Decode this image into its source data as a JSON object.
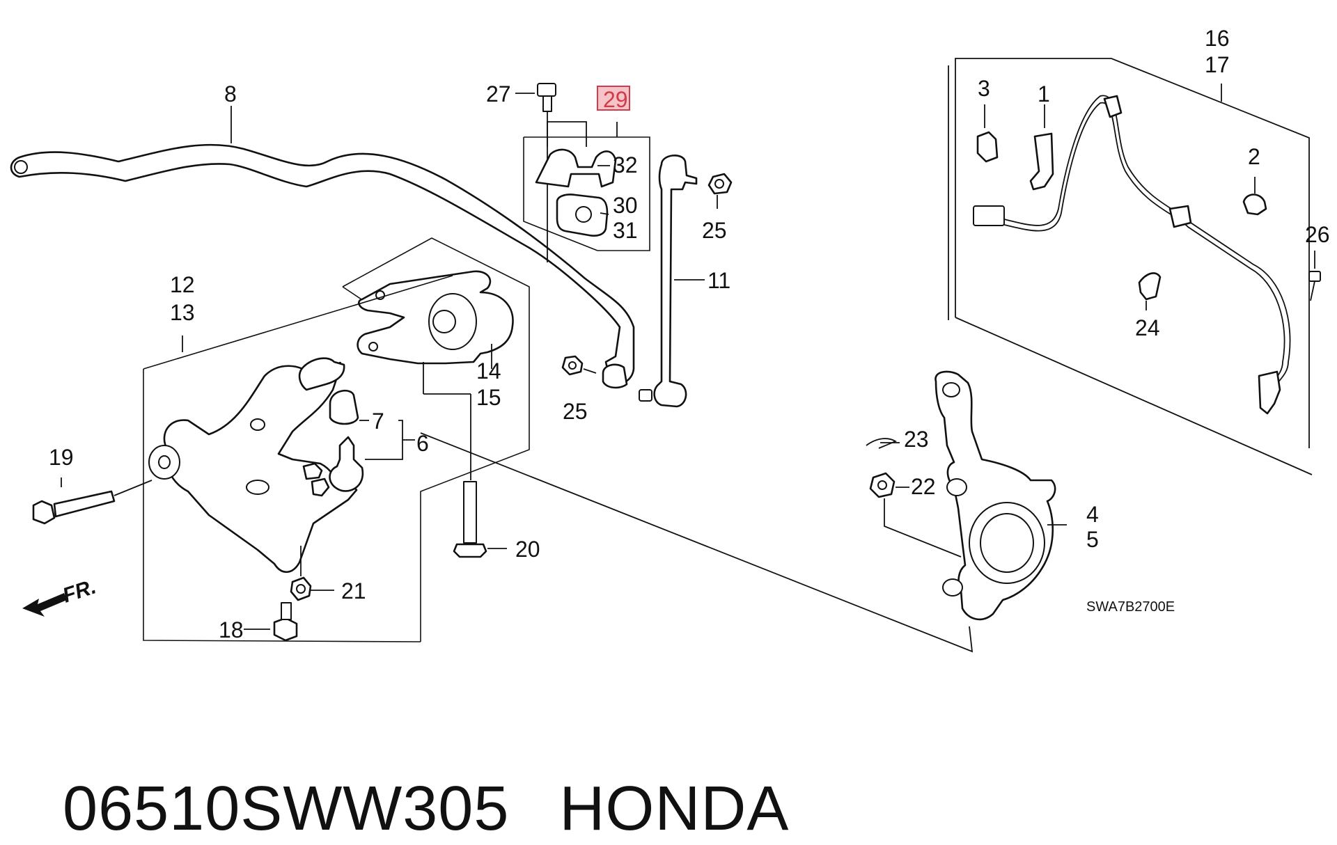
{
  "diagram": {
    "callouts": {
      "c1": "1",
      "c2": "2",
      "c3": "3",
      "c4": "4",
      "c5": "5",
      "c6": "6",
      "c7": "7",
      "c8": "8",
      "c11": "11",
      "c12": "12",
      "c13": "13",
      "c14": "14",
      "c15": "15",
      "c16": "16",
      "c17": "17",
      "c18": "18",
      "c19": "19",
      "c20": "20",
      "c21": "21",
      "c22": "22",
      "c23": "23",
      "c24": "24",
      "c25a": "25",
      "c25b": "25",
      "c26": "26",
      "c27": "27",
      "c29": "29",
      "c30": "30",
      "c31": "31",
      "c32": "32"
    },
    "highlighted_callout": "29",
    "highlight_color": "#f4c4c8",
    "front_indicator": "FR.",
    "diagram_code": "SWA7B2700E"
  },
  "footer": {
    "part_number": "06510SWW305",
    "brand": "HONDA"
  }
}
